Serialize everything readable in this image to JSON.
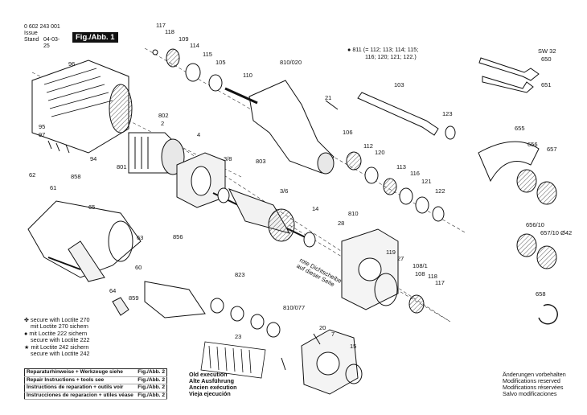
{
  "header": {
    "doc_number": "0 602 243 001",
    "issue_label": "Issue",
    "stand_label": "Stand",
    "date": "04-03-25",
    "figure": "Fig./Abb. 1"
  },
  "note_811": {
    "text": "811 (= 112; 113; 114; 115;",
    "text2": "116; 120; 121; 122.)"
  },
  "tool_labels": {
    "sw": "SW 32",
    "p650": "650",
    "p651": "651"
  },
  "legend": {
    "loctite270": [
      "secure with Loctite 270",
      "mit Loctite 270 sichern"
    ],
    "loctite222": [
      "mit Loctite 222 sichern",
      "secure with Loctite 222"
    ],
    "loctite242": [
      "mit Loctite 242 sichern",
      "secure with Loctite 242"
    ]
  },
  "old_execution": [
    "Old execution",
    "Alte Ausführung",
    "Ancien exécution",
    "Vieja ejecución"
  ],
  "rotated_note": [
    "rote Dichtscheibe",
    "auf dieser Seite"
  ],
  "repair_table": [
    [
      "Reparaturhinweise + Werkzeuge siehe",
      "Fig./Abb. 2"
    ],
    [
      "Repair Instructions + tools see",
      "Fig./Abb. 2"
    ],
    [
      "Instructions de reparation + outils voir",
      "Fig./Abb. 2"
    ],
    [
      "Instrucciones de reparacion + utiles véase",
      "Fig./Abb. 2"
    ]
  ],
  "footer_notes": [
    "Änderungen vorbehalten",
    "Modifications reserved",
    "Modifications réservées",
    "Salvo modificaciones"
  ],
  "part_labels": {
    "p117a": "117",
    "p118a": "118",
    "p109": "109",
    "p114": "114",
    "p115": "115",
    "p105": "105",
    "p110": "110",
    "p810_020": "810/020",
    "p21": "21",
    "p103": "103",
    "p123": "123",
    "p96": "96",
    "p802": "802",
    "p2": "2",
    "p95": "95",
    "p97": "97",
    "p94": "94",
    "p801": "801",
    "p4": "4",
    "p3_8": "3/8",
    "p803": "803",
    "p3_6": "3/6",
    "p62": "62",
    "p858": "858",
    "p61": "61",
    "p65": "65",
    "p63": "63",
    "p856": "856",
    "p60": "60",
    "p64": "64",
    "p859": "859",
    "p823": "823",
    "p23": "23",
    "p14": "14",
    "p810": "810",
    "p28": "28",
    "p106": "106",
    "p112": "112",
    "p120": "120",
    "p113": "113",
    "p116": "116",
    "p121": "121",
    "p122": "122",
    "p119": "119",
    "p27": "27",
    "p108_1": "108/1",
    "p108": "108",
    "p118b": "118",
    "p117b": "117",
    "p810_077": "810/077",
    "p20": "20",
    "p7": "7",
    "p15": "15",
    "p655": "655",
    "p656": "656",
    "p657": "657",
    "p656_10": "656/10",
    "p657_10": "657/10 Ø42",
    "p658": "658"
  },
  "colors": {
    "ink": "#111111",
    "mid": "#666666",
    "light": "#d9d9d9"
  }
}
